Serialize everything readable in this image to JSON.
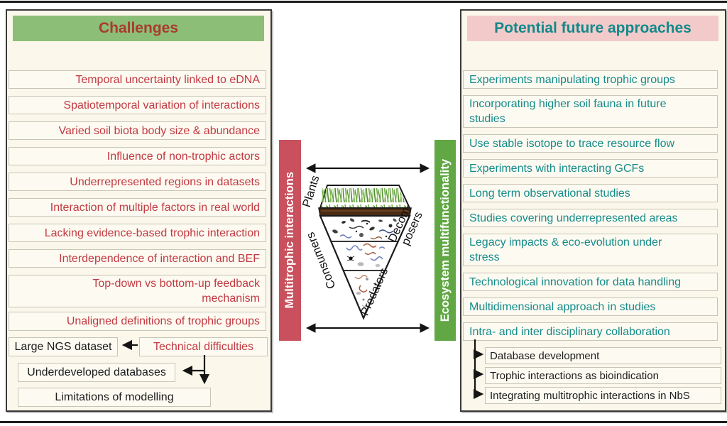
{
  "left_panel": {
    "title": "Challenges",
    "items": [
      "Temporal uncertainty linked to eDNA",
      "Spatiotemporal variation of interactions",
      "Varied soil biota body size & abundance",
      "Influence of non-trophic actors",
      "Underrepresented regions in datasets",
      "Interaction of multiple factors in real world",
      "Lacking evidence-based trophic interaction",
      "Interdependence of interaction and BEF",
      "Top-down vs bottom-up feedback mechanism",
      "Unaligned definitions of trophic groups"
    ],
    "flow": {
      "large_ngs": "Large NGS dataset",
      "technical": "Technical difficulties",
      "underdeveloped": "Underdeveloped databases",
      "limitations": "Limitations of modelling"
    }
  },
  "center": {
    "left_bar_label": "Multitrophic interactions",
    "right_bar_label": "Ecosystem multifunctionality",
    "pyramid": {
      "plants": "Plants",
      "consumers": "Consumers",
      "decomposers_line1": "Decom-",
      "decomposers_line2": "posers",
      "predators": "Predators"
    }
  },
  "right_panel": {
    "title": "Potential future approaches",
    "items": [
      "Experiments manipulating trophic groups",
      "Incorporating higher soil fauna in future studies",
      "Use stable isotope to trace resource flow",
      "Experiments with interacting GCFs",
      "Long term observational studies",
      "Studies covering underrepresented areas",
      "Legacy impacts & eco-evolution under stress",
      "Technological innovation for data handling",
      "Multidimensional approach in studies",
      "Intra- and inter disciplinary collaboration"
    ],
    "sub_items": [
      "Database development",
      "Trophic interactions as bioindication",
      "Integrating multitrophic interactions in NbS"
    ]
  },
  "colors": {
    "left_header_bg": "#8cbe77",
    "left_title_text": "#a93a2e",
    "left_item_text": "#c23a42",
    "right_header_bg": "#f3caca",
    "right_title_text": "#12898a",
    "right_item_text": "#148b8b",
    "red_bar": "#c9515d",
    "green_bar": "#61a844",
    "panel_bg": "#fbf7ea",
    "soil_brown": "#4a2a13",
    "black_text": "#1d1d1d"
  }
}
